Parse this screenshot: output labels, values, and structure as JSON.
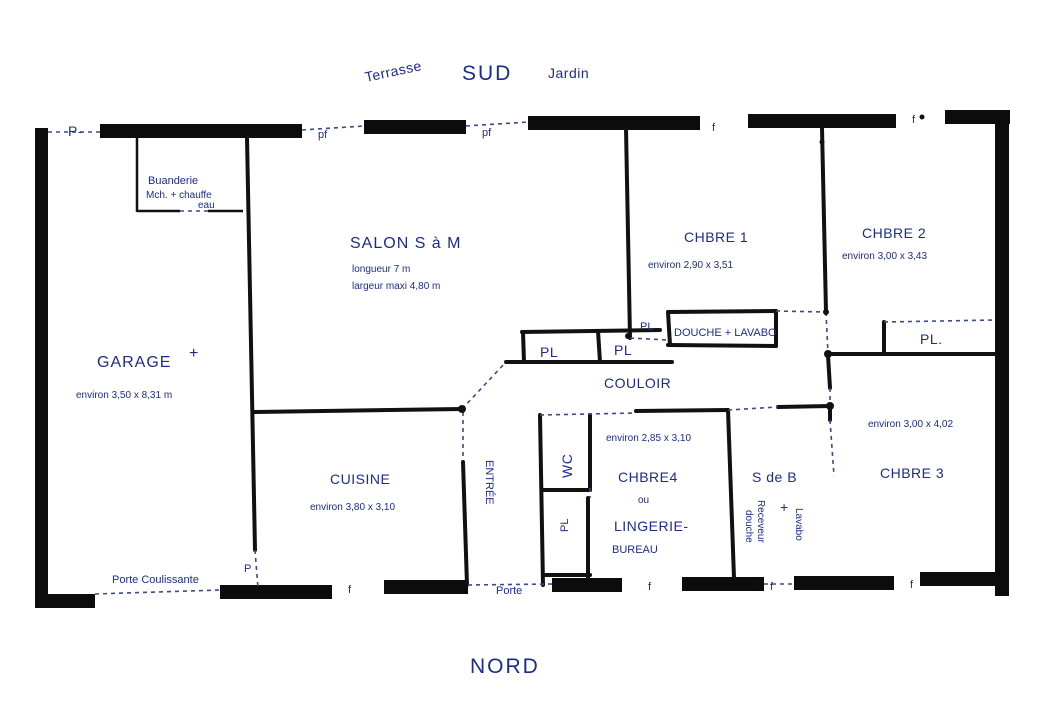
{
  "compass": {
    "south": "SUD",
    "north": "NORD",
    "terrace": "Terrasse",
    "garden": "Jardin"
  },
  "rooms": {
    "garage": {
      "name": "GARAGE",
      "mark": "+",
      "size": "environ 3,50 x 8,31 m"
    },
    "buanderie": {
      "line1": "Buanderie",
      "line2": "Mch. + chauffe",
      "line3": "eau"
    },
    "salon": {
      "name": "SALON S à M",
      "length": "longueur 7 m",
      "width": "largeur maxi 4,80 m"
    },
    "chbre1": {
      "name": "CHBRE 1",
      "size": "environ 2,90 x 3,51"
    },
    "chbre2": {
      "name": "CHBRE 2",
      "size": "environ 3,00 x 3,43"
    },
    "chbre3": {
      "name": "CHBRE 3",
      "size": "environ 3,00 x 4,02"
    },
    "chbre4": {
      "name": "CHBRE4",
      "or": "ou",
      "alt1": "LINGERIE-",
      "alt2": "BUREAU",
      "size": "environ 2,85 x 3,10"
    },
    "cuisine": {
      "name": "CUISINE",
      "size": "environ 3,80 x 3,10"
    },
    "sdb": {
      "name": "S de B",
      "item1": "Lavabo",
      "plus": "+",
      "item2": "Receveur",
      "item3": "douche"
    },
    "douche": {
      "name": "DOUCHE + LAVABO"
    },
    "wc": {
      "name": "WC"
    },
    "couloir": {
      "name": "COULOIR"
    },
    "entree": {
      "name": "ENTRÉE"
    }
  },
  "labels": {
    "pl": "PL",
    "pl_dot": "PL.",
    "pf": "pf",
    "f": "f",
    "p": "P",
    "p_dash": "P-",
    "porte": "Porte",
    "porte_coulissante": "Porte Coulissante"
  }
}
